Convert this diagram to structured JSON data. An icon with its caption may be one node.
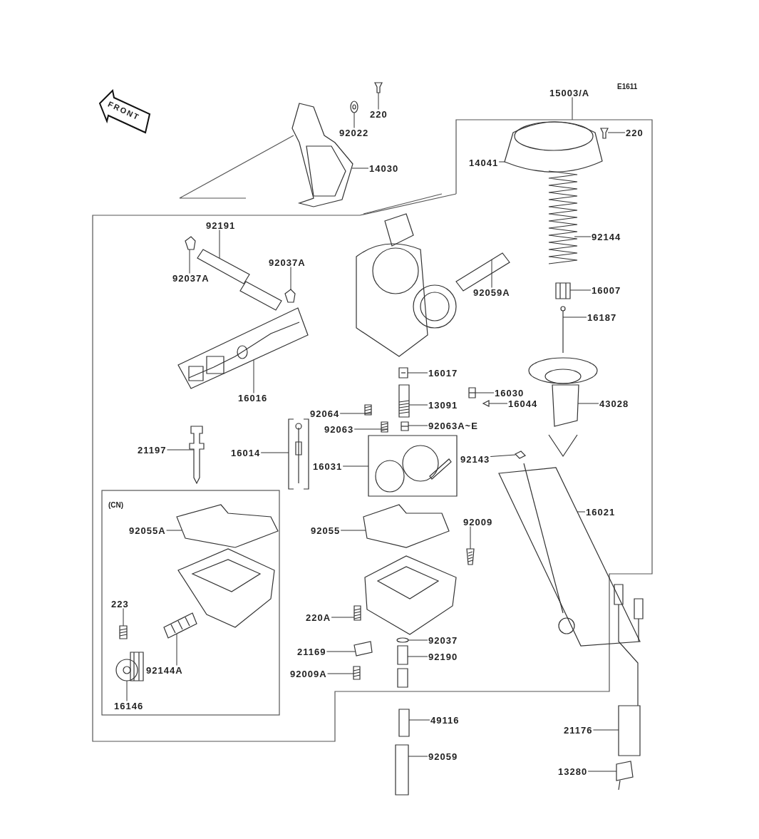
{
  "diagram": {
    "nodes": [
      {
        "text": [
          "220"
        ]
      },
      {
        "text": [
          "92022"
        ]
      },
      {
        "text": [
          "14030"
        ]
      },
      {
        "text": [
          "15003/A"
        ]
      },
      {
        "text": [
          "220"
        ],
        "in": 45
      },
      {
        "text": [
          "14041"
        ],
        "in": 45
      },
      {
        "text": [
          "92144"
        ],
        "in": 45
      },
      {
        "text": [
          "16007"
        ],
        "in": 45
      },
      {
        "text": [
          "16187"
        ],
        "in": 45
      },
      {
        "text": [
          "43028"
        ],
        "in": 45
      },
      {
        "text": [
          "92191"
        ],
        "in": 45
      },
      {
        "text": [
          "92037A"
        ],
        "in": 45
      },
      {
        "text": [
          "92037A"
        ],
        "in": 45
      },
      {
        "text": [
          "92059A"
        ],
        "in": 45
      },
      {
        "text": [
          "16016"
        ],
        "in": 45
      },
      {
        "text": [
          "16017"
        ],
        "in": 45
      },
      {
        "text": [
          "16030"
        ],
        "in": 45
      },
      {
        "text": [
          "16044"
        ],
        "in": 45
      },
      {
        "text": [
          "13091"
        ],
        "in": 45
      },
      {
        "text": [
          "92064"
        ],
        "in": 45
      },
      {
        "text": [
          "92063"
        ],
        "in": 45
      },
      {
        "text": [
          "92063A~E"
        ],
        "in": 45
      },
      {
        "text": [
          "21197"
        ],
        "in": 45
      },
      {
        "text": [
          "16014"
        ],
        "in": 45
      },
      {
        "text": [
          "16031"
        ],
        "in": 45
      },
      {
        "text": [
          "92143"
        ],
        "in": 45
      },
      {
        "text": [
          "16021"
        ],
        "in": 45
      },
      {
        "text": [
          "92009"
        ],
        "in": 45
      },
      {
        "text": [
          "92055A"
        ],
        "in": 45
      },
      {
        "text": [
          "92055"
        ],
        "in": 45
      },
      {
        "text": [
          "223"
        ],
        "in": 45
      },
      {
        "text": [
          "92144A"
        ],
        "in": 45
      },
      {
        "text": [
          "16146"
        ],
        "in": 45
      },
      {
        "text": [
          "220A"
        ],
        "in": 45
      },
      {
        "text": [
          "92037"
        ],
        "in": 45
      },
      {
        "text": [
          "21169"
        ],
        "in": 45
      },
      {
        "text": [
          "92190"
        ],
        "in": 45
      },
      {
        "text": [
          "92009A"
        ],
        "in": 45
      },
      {
        "text": [
          "49116"
        ]
      },
      {
        "text": [
          "92059"
        ]
      },
      {
        "text": [
          "21176"
        ]
      },
      {
        "text": [
          "13280"
        ]
      },
      {
        "text": [],
        "shape": "picture"
      },
      {
        "text": [],
        "shape": "picture"
      },
      {
        "text": [],
        "shape": "picture"
      },
      {
        "text": [],
        "shape": "box"
      },
      {
        "text": [],
        "shape": "picture",
        "in": 45
      },
      {
        "text": [],
        "shape": "picture",
        "in": 45
      },
      {
        "text": [],
        "shape": "picture",
        "in": 45
      },
      {
        "text": [],
        "shape": "picture",
        "in": 45
      },
      {
        "text": [],
        "shape": "picture",
        "in": 45
      },
      {
        "text": [],
        "shape": "picture",
        "in": 45
      },
      {
        "text": [],
        "shape": "picture",
        "in": 45
      },
      {
        "text": [],
        "shape": "picture",
        "in": 45
      },
      {
        "text": [],
        "shape": "picture",
        "in": 45
      },
      {
        "text": [],
        "shape": "picture",
        "in": 45
      },
      {
        "text": [],
        "shape": "picture",
        "in": 45
      },
      {
        "text": [],
        "shape": "picture",
        "in": 45
      },
      {
        "text": [],
        "shape": "picture",
        "in": 45
      },
      {
        "text": [],
        "shape": "picture",
        "in": 45
      },
      {
        "text": [],
        "shape": "picture",
        "in": 45
      },
      {
        "text": [],
        "shape": "picture",
        "in": 45
      },
      {
        "text": [],
        "shape": "picture",
        "in": 45
      },
      {
        "text": [],
        "shape": "picture",
        "in": 45
      },
      {
        "text": [],
        "shape": "picture",
        "in": 45
      },
      {
        "text": [],
        "shape": "picture",
        "in": 45
      },
      {
        "text": [],
        "shape": "picture",
        "in": 45
      },
      {
        "text": [],
        "shape": "picture",
        "in": 45
      },
      {
        "text": [],
        "shape": "picture",
        "in": 45
      },
      {
        "text": [],
        "shape": "picture",
        "in": 45
      },
      {
        "text": [],
        "shape": "picture",
        "in": 45
      },
      {
        "text": [],
        "shape": "picture",
        "in": 45
      },
      {
        "text": [],
        "shape": "picture",
        "in": 45
      },
      {
        "text": [],
        "shape": "picture",
        "in": 45
      },
      {
        "text": [],
        "shape": "picture",
        "in": 45
      },
      {
        "text": [],
        "shape": "picture",
        "in": 45
      },
      {
        "text": [],
        "shape": "picture",
        "in": 45
      },
      {
        "text": [],
        "shape": "picture",
        "in": 45
      },
      {
        "text": [],
        "shape": "picture",
        "in": 45
      },
      {
        "text": [],
        "shape": "picture",
        "in": 45
      },
      {
        "text": [],
        "shape": "picture"
      },
      {
        "text": [],
        "shape": "picture"
      },
      {
        "text": [],
        "shape": "picture"
      },
      {
        "text": [],
        "shape": "picture"
      }
    ],
    "edges": [
      {
        "from": 0,
        "to": 42,
        "arrow": "none"
      },
      {
        "from": 1,
        "to": 43,
        "arrow": "none"
      },
      {
        "from": 2,
        "to": 44,
        "arrow": "none"
      },
      {
        "from": 3,
        "to": 45,
        "arrow": "none"
      },
      {
        "from": 4,
        "to": 46,
        "arrow": "none"
      },
      {
        "from": 5,
        "to": 47,
        "arrow": "none"
      },
      {
        "from": 6,
        "to": 48,
        "arrow": "none"
      },
      {
        "from": 7,
        "to": 49,
        "arrow": "none"
      },
      {
        "from": 8,
        "to": 50,
        "arrow": "none"
      },
      {
        "from": 9,
        "to": 51,
        "arrow": "none"
      },
      {
        "from": 10,
        "to": 52,
        "arrow": "none"
      },
      {
        "from": 11,
        "to": 53,
        "arrow": "none"
      },
      {
        "from": 12,
        "to": 54,
        "arrow": "none"
      },
      {
        "from": 13,
        "to": 55,
        "arrow": "none"
      },
      {
        "from": 14,
        "to": 56,
        "arrow": "none"
      },
      {
        "from": 15,
        "to": 57,
        "arrow": "none"
      },
      {
        "from": 16,
        "to": 58,
        "arrow": "none"
      },
      {
        "from": 17,
        "to": 59,
        "arrow": "none"
      },
      {
        "from": 18,
        "to": 60,
        "arrow": "none"
      },
      {
        "from": 19,
        "to": 61,
        "arrow": "none"
      },
      {
        "from": 20,
        "to": 62,
        "arrow": "none"
      },
      {
        "from": 21,
        "to": 63,
        "arrow": "none"
      },
      {
        "from": 22,
        "to": 64,
        "arrow": "none"
      },
      {
        "from": 23,
        "to": 65,
        "arrow": "none"
      },
      {
        "from": 24,
        "to": 66,
        "arrow": "none"
      },
      {
        "from": 25,
        "to": 67,
        "arrow": "none"
      },
      {
        "from": 26,
        "to": 68,
        "arrow": "none"
      },
      {
        "from": 27,
        "to": 69,
        "arrow": "none"
      },
      {
        "from": 28,
        "to": 70,
        "arrow": "none"
      },
      {
        "from": 29,
        "to": 71,
        "arrow": "none"
      },
      {
        "from": 30,
        "to": 72,
        "arrow": "none"
      },
      {
        "from": 31,
        "to": 73,
        "arrow": "none"
      },
      {
        "from": 32,
        "to": 74,
        "arrow": "none"
      },
      {
        "from": 33,
        "to": 75,
        "arrow": "none"
      },
      {
        "from": 34,
        "to": 76,
        "arrow": "none"
      },
      {
        "from": 35,
        "to": 77,
        "arrow": "none"
      },
      {
        "from": 36,
        "to": 78,
        "arrow": "none"
      },
      {
        "from": 37,
        "to": 79,
        "arrow": "none"
      },
      {
        "from": 38,
        "to": 80,
        "arrow": "none"
      },
      {
        "from": 39,
        "to": 81,
        "arrow": "none"
      },
      {
        "from": 40,
        "to": 82,
        "arrow": "none"
      },
      {
        "from": 41,
        "to": 83,
        "arrow": "none"
      }
    ],
    "labels": [
      "E1611",
      "FRONT",
      "(CN)"
    ]
  }
}
